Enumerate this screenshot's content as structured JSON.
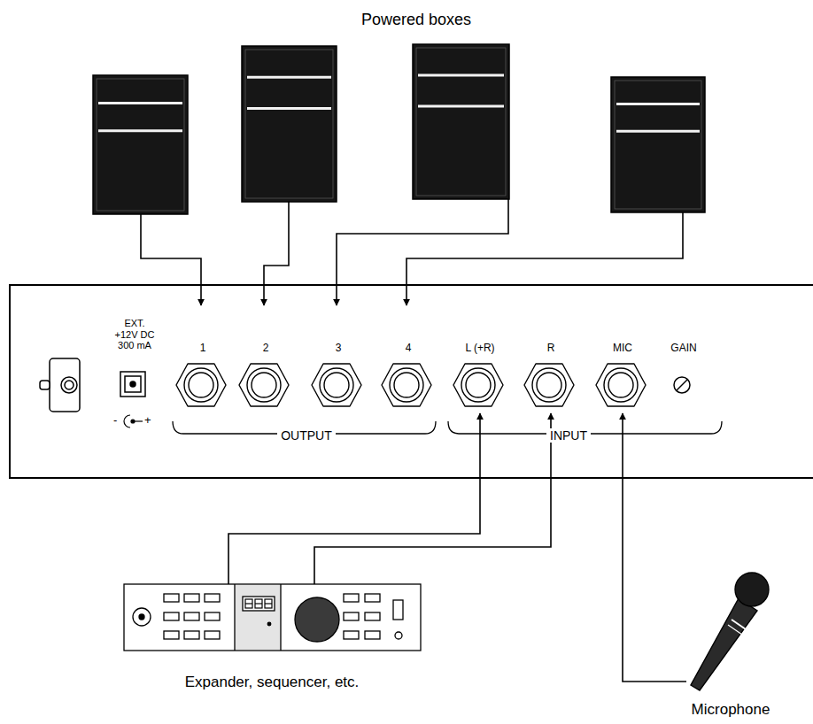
{
  "diagram": {
    "nodes": [
      {
        "text": [
          "OUTPUT",
          "INPUT"
        ]
      },
      {
        "text": [
          "EXT. +12V DC 300 mA"
        ],
        "in": 0
      },
      {
        "text": [
          "1"
        ],
        "in": 0
      },
      {
        "text": [
          "2"
        ],
        "in": 0
      },
      {
        "text": [
          "3"
        ],
        "in": 0
      },
      {
        "text": [
          "4"
        ],
        "in": 0
      },
      {
        "text": [
          "L (+R)"
        ],
        "in": 0
      },
      {
        "text": [
          "R"
        ],
        "in": 0
      },
      {
        "text": [
          "MIC"
        ],
        "in": 0
      },
      {
        "text": [
          "GAIN"
        ],
        "in": 0
      },
      {
        "text": [
          "Expander, sequencer, etc."
        ]
      },
      {
        "text": [
          "Microphone"
        ]
      }
    ],
    "edges": [
      {
        "from": 10,
        "to": 6,
        "arrow": "to"
      },
      {
        "from": 10,
        "to": 7,
        "arrow": "to"
      },
      {
        "from": 11,
        "to": 8,
        "arrow": "to"
      }
    ],
    "labels": [
      "Powered boxes",
      "-",
      "+"
    ]
  }
}
